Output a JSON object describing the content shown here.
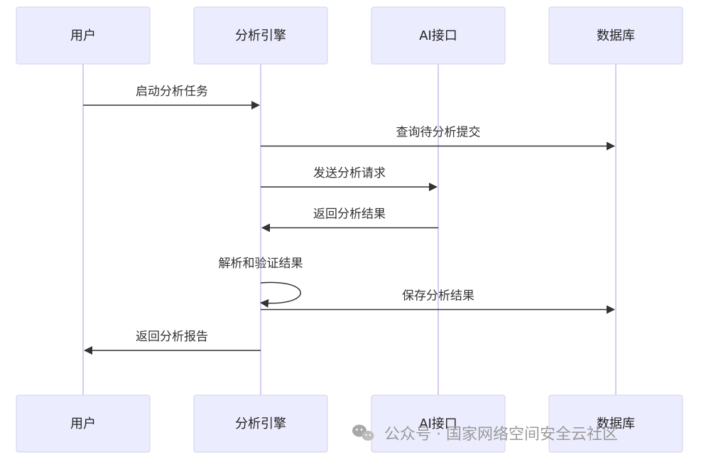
{
  "participants": [
    {
      "id": "user",
      "label": "用户"
    },
    {
      "id": "engine",
      "label": "分析引擎"
    },
    {
      "id": "ai",
      "label": "AI接口"
    },
    {
      "id": "db",
      "label": "数据库"
    }
  ],
  "messages": [
    {
      "from": "user",
      "to": "engine",
      "label": "启动分析任务",
      "style": "solid"
    },
    {
      "from": "engine",
      "to": "db",
      "label": "查询待分析提交",
      "style": "solid"
    },
    {
      "from": "engine",
      "to": "ai",
      "label": "发送分析请求",
      "style": "solid"
    },
    {
      "from": "ai",
      "to": "engine",
      "label": "返回分析结果",
      "style": "solid"
    },
    {
      "from": "engine",
      "to": "engine",
      "label": "解析和验证结果",
      "style": "solid"
    },
    {
      "from": "engine",
      "to": "db",
      "label": "保存分析结果",
      "style": "solid"
    },
    {
      "from": "engine",
      "to": "user",
      "label": "返回分析报告",
      "style": "solid"
    }
  ],
  "watermark": {
    "icon": "wechat-icon",
    "text": "公众号 · 国家网络空间安全云社区"
  },
  "colors": {
    "actor_fill": "#ececff",
    "actor_border": "#d2d2ec",
    "lifeline": "#d6ccf2",
    "arrow": "#333333"
  }
}
